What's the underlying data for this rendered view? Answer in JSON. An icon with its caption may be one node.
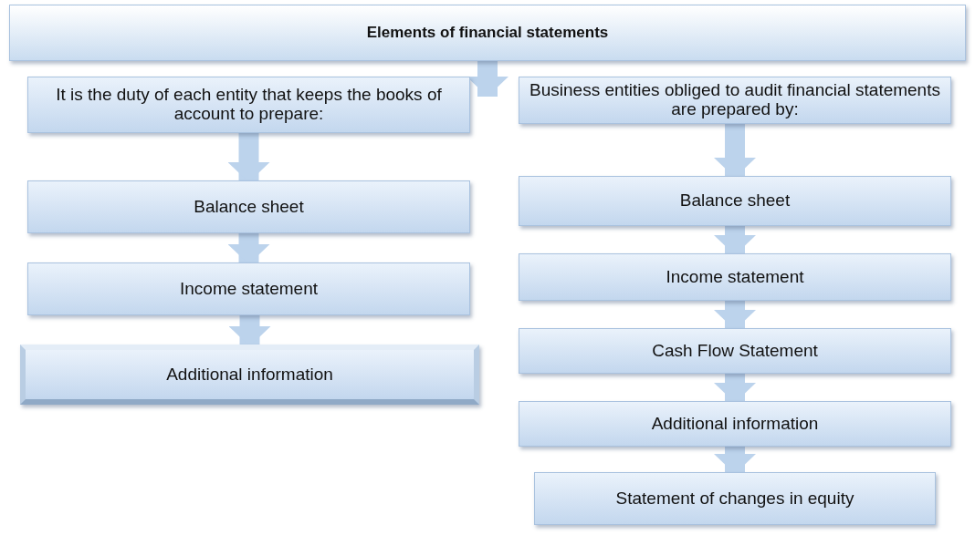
{
  "diagram": {
    "nodes": [
      {
        "text": [
          "Elements of financial statements"
        ]
      },
      {
        "text": [
          "It is the duty of each entity that keeps the books of account to prepare:"
        ]
      },
      {
        "text": [
          "Business entities obliged to audit financial statements are prepared by:"
        ]
      },
      {
        "text": [
          "Balance sheet"
        ]
      },
      {
        "text": [
          "Income statement"
        ]
      },
      {
        "text": [
          "Additional information"
        ]
      },
      {
        "text": [
          "Balance sheet"
        ]
      },
      {
        "text": [
          "Income statement"
        ]
      },
      {
        "text": [
          "Cash Flow Statement"
        ]
      },
      {
        "text": [
          "Additional information"
        ]
      },
      {
        "text": [
          "Statement of changes in equity"
        ]
      }
    ],
    "edges": [
      {
        "from": 0,
        "to": 1,
        "arrow": "to"
      },
      {
        "from": 0,
        "to": 2,
        "arrow": "to"
      },
      {
        "from": 1,
        "to": 3,
        "arrow": "to"
      },
      {
        "from": 3,
        "to": 4,
        "arrow": "to"
      },
      {
        "from": 4,
        "to": 5,
        "arrow": "to"
      },
      {
        "from": 2,
        "to": 6,
        "arrow": "to"
      },
      {
        "from": 6,
        "to": 7,
        "arrow": "to"
      },
      {
        "from": 7,
        "to": 8,
        "arrow": "to"
      },
      {
        "from": 8,
        "to": 9,
        "arrow": "to"
      },
      {
        "from": 9,
        "to": 10,
        "arrow": "to"
      }
    ]
  }
}
